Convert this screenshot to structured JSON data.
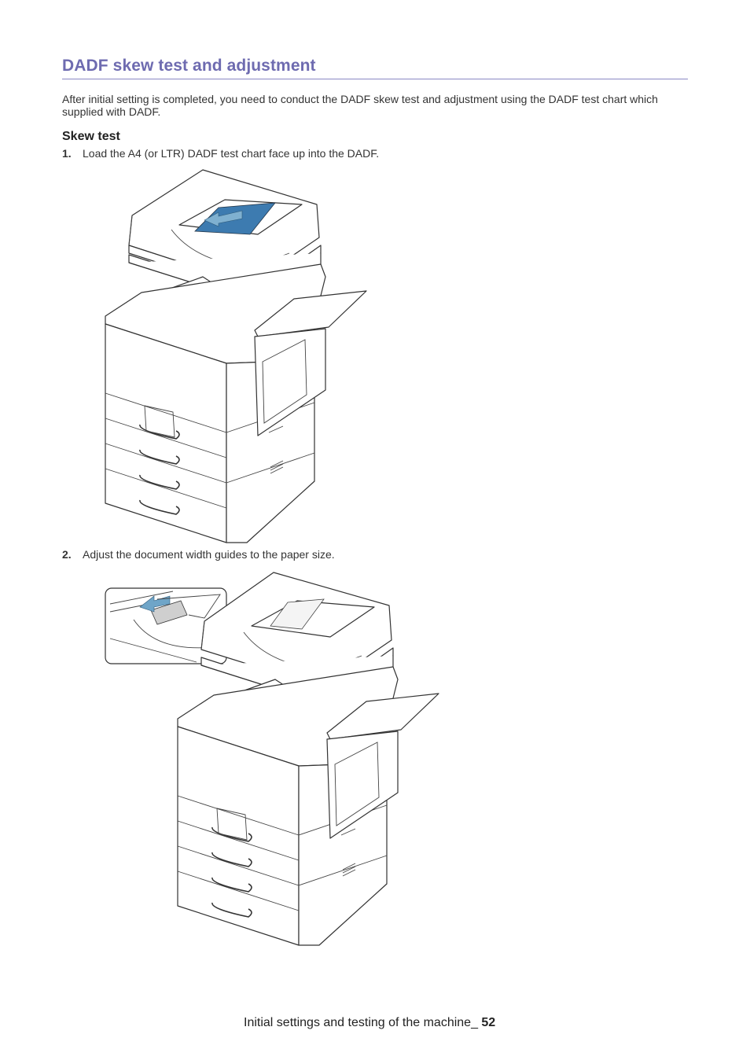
{
  "page": {
    "title": "DADF skew test and adjustment",
    "intro": "After initial setting is completed, you need to conduct the DADF skew test and adjustment using the DADF test chart which supplied with DADF.",
    "section_heading": "Skew test",
    "steps": [
      {
        "number": "1.",
        "text": "Load the A4 (or LTR) DADF test chart face up into the DADF."
      },
      {
        "number": "2.",
        "text": "Adjust the document width guides to the paper size."
      }
    ],
    "footer": {
      "text": "Initial settings and testing of the machine_ ",
      "page_number": "52"
    }
  },
  "colors": {
    "heading": "#6e6bb0",
    "rule": "#8a88c4",
    "paper_blue": "#3d7bb0",
    "arrow_blue": "#6fa5c8"
  },
  "figures": [
    {
      "name": "copier-loading-test-chart-illustration"
    },
    {
      "name": "copier-width-guides-illustration"
    }
  ]
}
